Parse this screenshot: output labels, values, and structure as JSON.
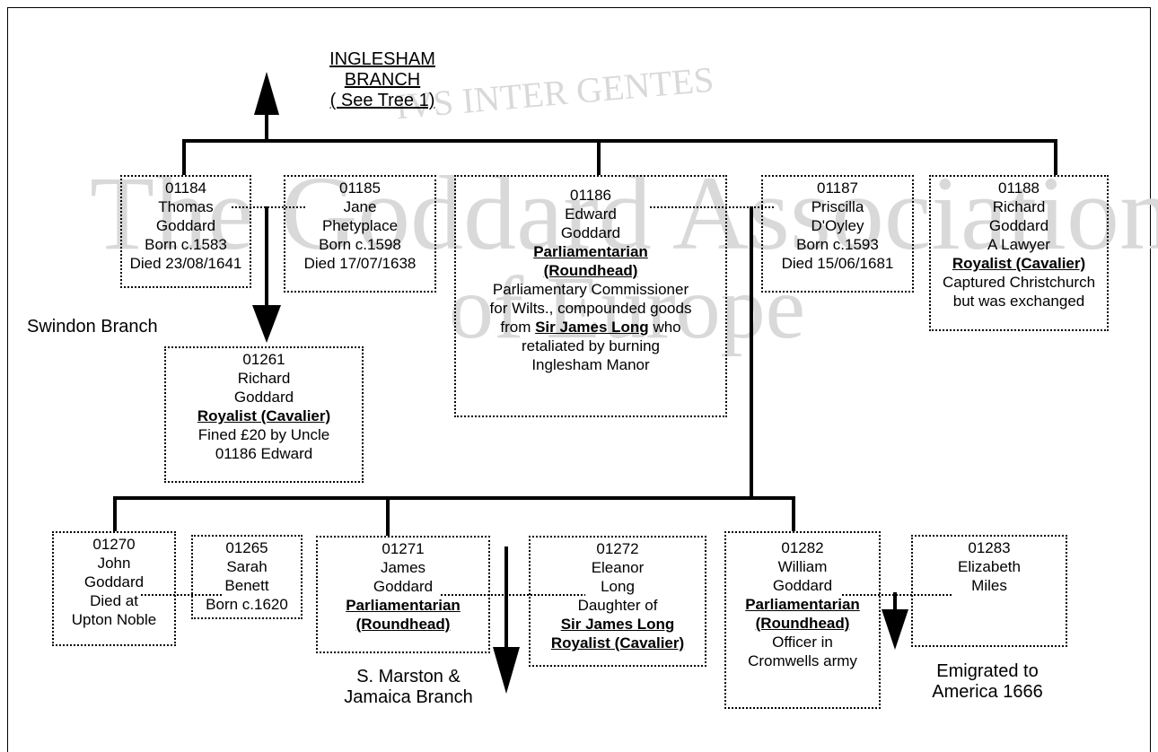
{
  "watermark": {
    "motto": "IVS INTER GENTES",
    "name_line1": "The Goddard Association",
    "name_line2": "of Europe"
  },
  "inglesham": [
    "INGLESHAM",
    "BRANCH",
    "( See Tree 1)"
  ],
  "swindon": "Swindon Branch",
  "marston": [
    "S. Marston &",
    "Jamaica Branch"
  ],
  "emigrated": [
    "Emigrated to",
    "America 1666"
  ],
  "persons": {
    "p01184": [
      "01184",
      "Thomas",
      "Goddard",
      "Born c.1583",
      "Died 23/08/1641"
    ],
    "p01185": [
      "01185",
      "Jane",
      "Phetyplace",
      "Born c.1598",
      "Died 17/07/1638"
    ],
    "p01186": [
      "01186",
      "Edward",
      "Goddard",
      "Parliamentarian",
      "(Roundhead)",
      "Parliamentary Commissioner",
      "for Wilts., compounded goods",
      "from",
      "Sir James Long",
      "who",
      "retaliated by burning",
      "Inglesham Manor"
    ],
    "p01187": [
      "01187",
      "Priscilla",
      "D'Oyley",
      "Born c.1593",
      "Died 15/06/1681"
    ],
    "p01188": [
      "01188",
      "Richard",
      "Goddard",
      "A Lawyer",
      "Royalist (Cavalier)",
      "Captured Christchurch",
      "but was exchanged"
    ],
    "p01261": [
      "01261",
      "Richard",
      "Goddard",
      "Royalist (Cavalier)",
      "Fined £20 by Uncle",
      "01186 Edward"
    ],
    "p01270": [
      "01270",
      "John",
      "Goddard",
      "Died at",
      "Upton Noble"
    ],
    "p01265": [
      "01265",
      "Sarah",
      "Benett",
      "Born c.1620"
    ],
    "p01271": [
      "01271",
      "James",
      "Goddard",
      "Parliamentarian",
      "(Roundhead)"
    ],
    "p01272": [
      "01272",
      "Eleanor",
      "Long",
      "Daughter of",
      "Sir James Long",
      "Royalist (Cavalier)"
    ],
    "p01282": [
      "01282",
      "William",
      "Goddard",
      "Parliamentarian",
      "(Roundhead)",
      "Officer in",
      "Cromwells army"
    ],
    "p01283": [
      "01283",
      "Elizabeth",
      "Miles"
    ]
  }
}
